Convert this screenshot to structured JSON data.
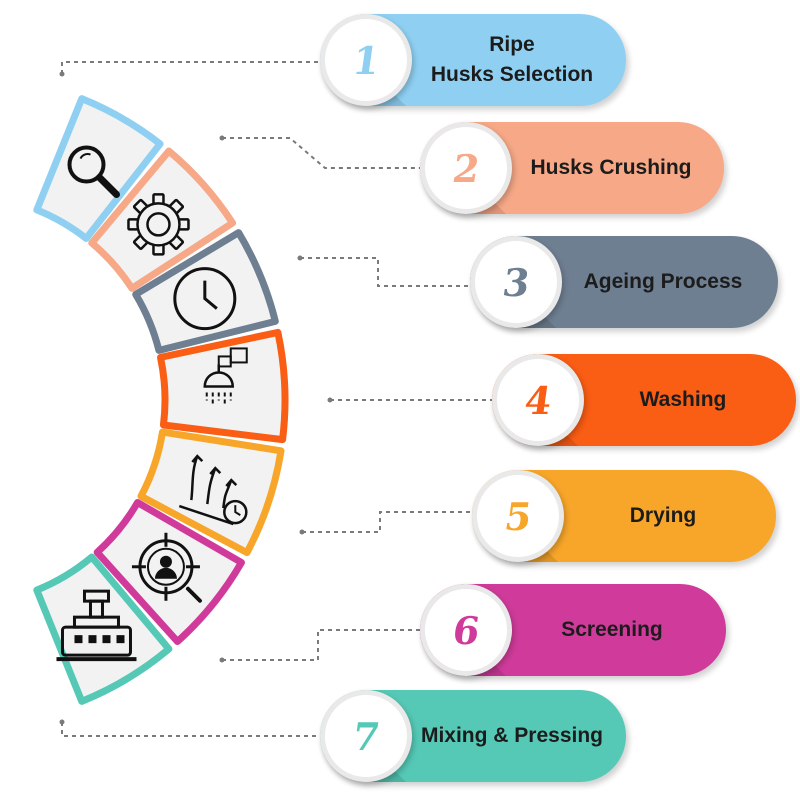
{
  "steps": [
    {
      "number": "1",
      "label": "Ripe\nHusks Selection",
      "color": "#8fd0f2",
      "icon": "magnifier-icon"
    },
    {
      "number": "2",
      "label": "Husks Crushing",
      "color": "#f6a887",
      "icon": "gear-icon"
    },
    {
      "number": "3",
      "label": "Ageing Process",
      "color": "#6f7f92",
      "icon": "clock-icon"
    },
    {
      "number": "4",
      "label": "Washing",
      "color": "#fa5d14",
      "icon": "shower-icon"
    },
    {
      "number": "5",
      "label": "Drying",
      "color": "#f8a62a",
      "icon": "rising-arrows-clock-icon"
    },
    {
      "number": "6",
      "label": "Screening",
      "color": "#d03b9b",
      "icon": "target-person-icon"
    },
    {
      "number": "7",
      "label": "Mixing & Pressing",
      "color": "#55c9b6",
      "icon": "press-machine-icon"
    }
  ],
  "colors": {
    "connector": "#7a7a7a",
    "icon_stroke": "#111111",
    "segment_fill": "#f2f2f2"
  }
}
